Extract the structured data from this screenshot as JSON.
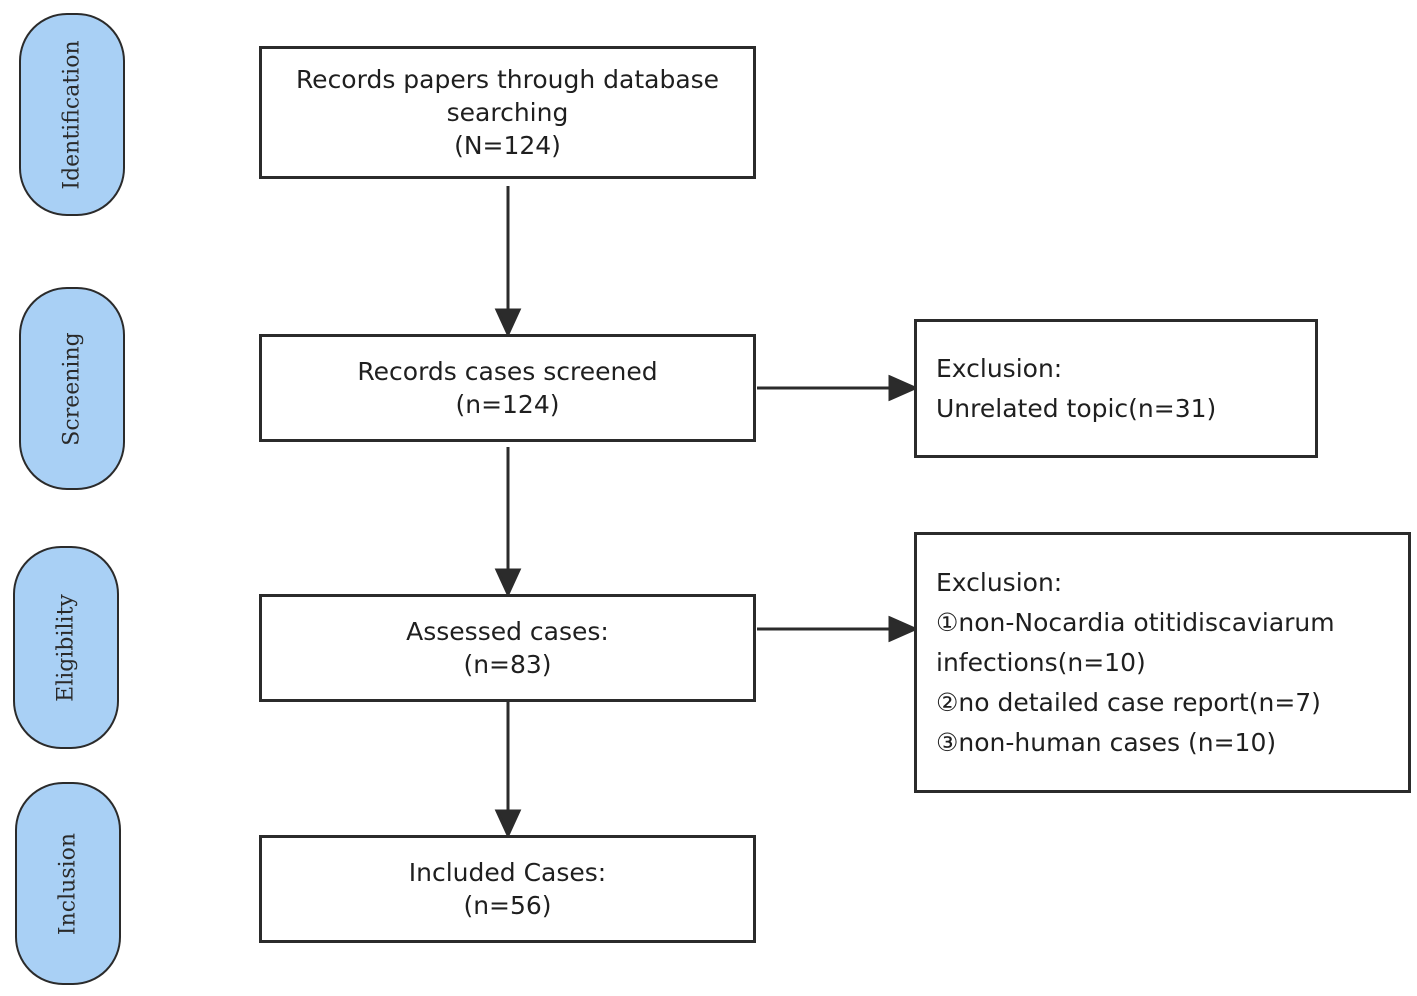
{
  "stages": {
    "identification": "Identification",
    "screening": "Screening",
    "eligibility": "Eligibility",
    "inclusion": "Inclusion"
  },
  "boxes": {
    "identified": {
      "line1": "Records papers through database",
      "line2": "searching",
      "line3": "(N=124)"
    },
    "screened": {
      "line1": "Records cases screened",
      "line2": "(n=124)"
    },
    "assessed": {
      "line1": "Assessed cases:",
      "line2": "(n=83)"
    },
    "included": {
      "line1": "Included Cases:",
      "line2": "(n=56)"
    }
  },
  "exclusions": {
    "screening": {
      "title": "Exclusion:",
      "items": [
        "Unrelated topic(n=31)"
      ]
    },
    "eligibility": {
      "title": "Exclusion:",
      "items": [
        "①non-Nocardia otitidiscaviarum",
        "infections(n=10)",
        "②no detailed case report(n=7)",
        "③non-human cases (n=10)"
      ]
    }
  },
  "colors": {
    "stage_fill": "#a9d0f5",
    "stroke": "#2b2b2b"
  }
}
